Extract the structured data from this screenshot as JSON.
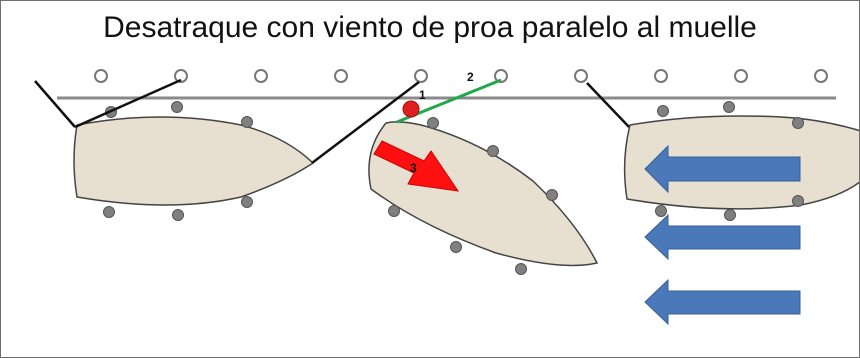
{
  "title": "Desatraque con viento de proa paralelo al muelle",
  "step_labels": {
    "one": "1",
    "two": "2",
    "three": "3"
  },
  "colors": {
    "boat_fill": "#e7dfcf",
    "boat_stroke": "#444444",
    "dock_line": "#8a8a8a",
    "mooring_line": "#111111",
    "green_line": "#22a84a",
    "red_marker": "#e02020",
    "red_arrow": "#ff1010",
    "wind_arrow": "#4a78b8",
    "fender": "#808080"
  },
  "icons": {
    "wind": "blue-left-arrow",
    "maneuver": "red-arrow",
    "bollard": "circle-outline",
    "fender": "grey-dot"
  }
}
